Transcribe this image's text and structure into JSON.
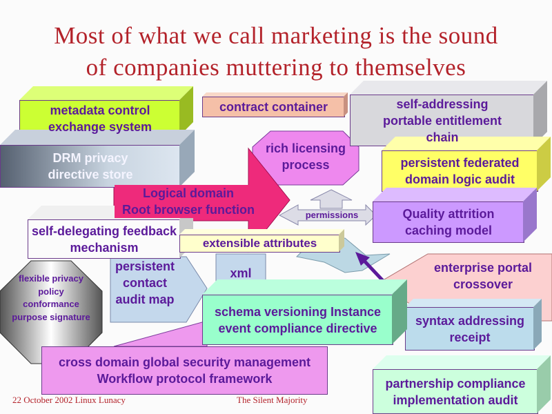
{
  "title": {
    "line1": "Most of what we call marketing is the sound",
    "line2": "of companies muttering to themselves"
  },
  "boxes": {
    "metadata": "metadata control exchange system",
    "contract": "contract container",
    "self_addressing": "self-addressing portable entitlement chain",
    "drm": "DRM privacy directive store",
    "rich_licensing": "rich licensing process",
    "federated": "persistent federated domain logic audit",
    "logical_domain_1": "Logical domain",
    "logical_domain_2": "Root browser function",
    "permissions": "permissions",
    "quality": "Quality attrition caching model",
    "self_delegating": "self-delegating feedback mechanism",
    "extensible": "extensible attributes",
    "contact_audit": "persistent contact audit map",
    "xml": "xml",
    "octagon": "flexible privacy policy conformance purpose signature",
    "enterprise": "enterprise portal crossover",
    "schema": "schema versioning Instance event compliance directive",
    "syntax": "syntax addressing receipt",
    "cross_domain": "cross domain global security management Workflow protocol framework",
    "partnership": "partnership compliance implementation audit"
  },
  "footer": {
    "left": "22 October 2002 Linux Lunacy",
    "center": "The Silent Majority"
  },
  "colors": {
    "title": "#b3222a",
    "text": "#5b1a9a"
  }
}
